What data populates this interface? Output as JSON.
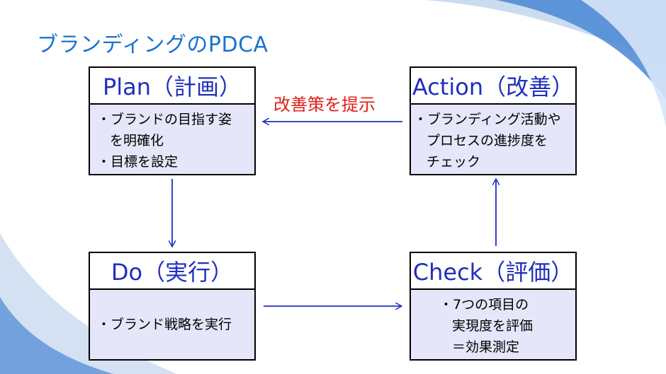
{
  "title": "ブランディングのPDCA",
  "plan": {
    "heading": "Plan（計画）",
    "lines": [
      "・ブランドの目指す姿",
      "を明確化",
      "・目標を設定"
    ]
  },
  "do": {
    "heading": "Do（実行）",
    "lines": [
      "・ブランド戦略を実行"
    ]
  },
  "check": {
    "heading": "Check（評価）",
    "lines": [
      "・7つの項目の",
      "実現度を評価",
      "＝効果測定"
    ]
  },
  "action": {
    "heading": "Action（改善）",
    "lines": [
      "・ブランディング活動や",
      "プロセスの進捗度を",
      "チェック"
    ]
  },
  "arrow_label": "改善策を提示",
  "colors": {
    "title": "#1a73d1",
    "heading": "#1f2fbd",
    "body_bg": "#e6e6fa",
    "arrow": "#1f2fbd",
    "label": "#e0201a"
  }
}
